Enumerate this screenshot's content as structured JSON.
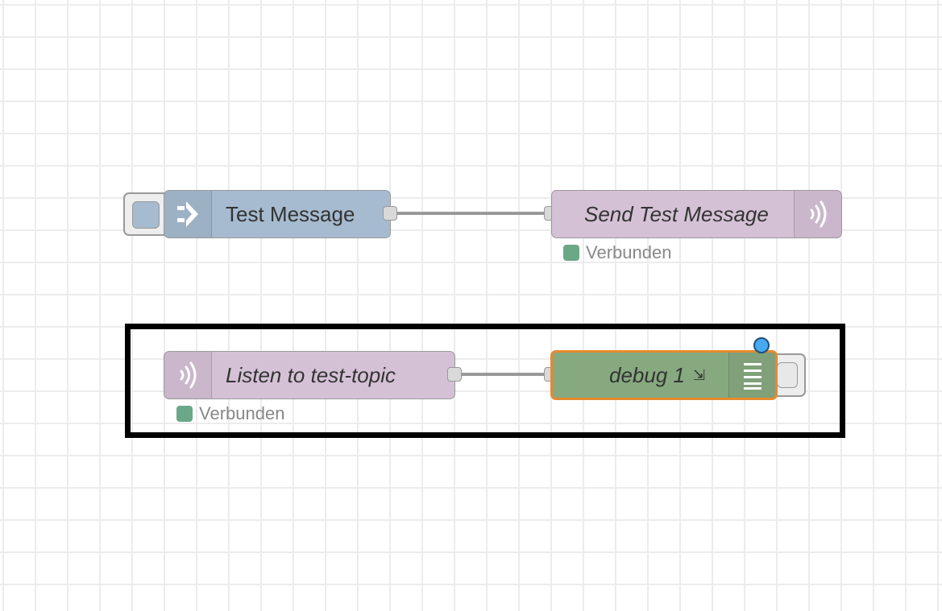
{
  "flow": {
    "nodes": {
      "inject": {
        "label": "Test Message",
        "icon": "inject-arrow-icon",
        "color": "#a6bbcf"
      },
      "mqtt_out": {
        "label": "Send Test Message",
        "icon": "mqtt-signal-icon",
        "color": "#d8bfd8",
        "status": "Verbunden",
        "status_color": "#6aa888"
      },
      "mqtt_in": {
        "label": "Listen to test-topic",
        "icon": "mqtt-signal-icon",
        "color": "#d8bfd8",
        "status": "Verbunden",
        "status_color": "#6aa888"
      },
      "debug": {
        "label": "debug 1",
        "label_icon": "⇲",
        "icon": "debug-list-icon",
        "color": "#87a980",
        "selected_color": "#e68a2e"
      }
    },
    "wire_color": "#999999",
    "changed_indicator_color": "#47a9f1"
  }
}
